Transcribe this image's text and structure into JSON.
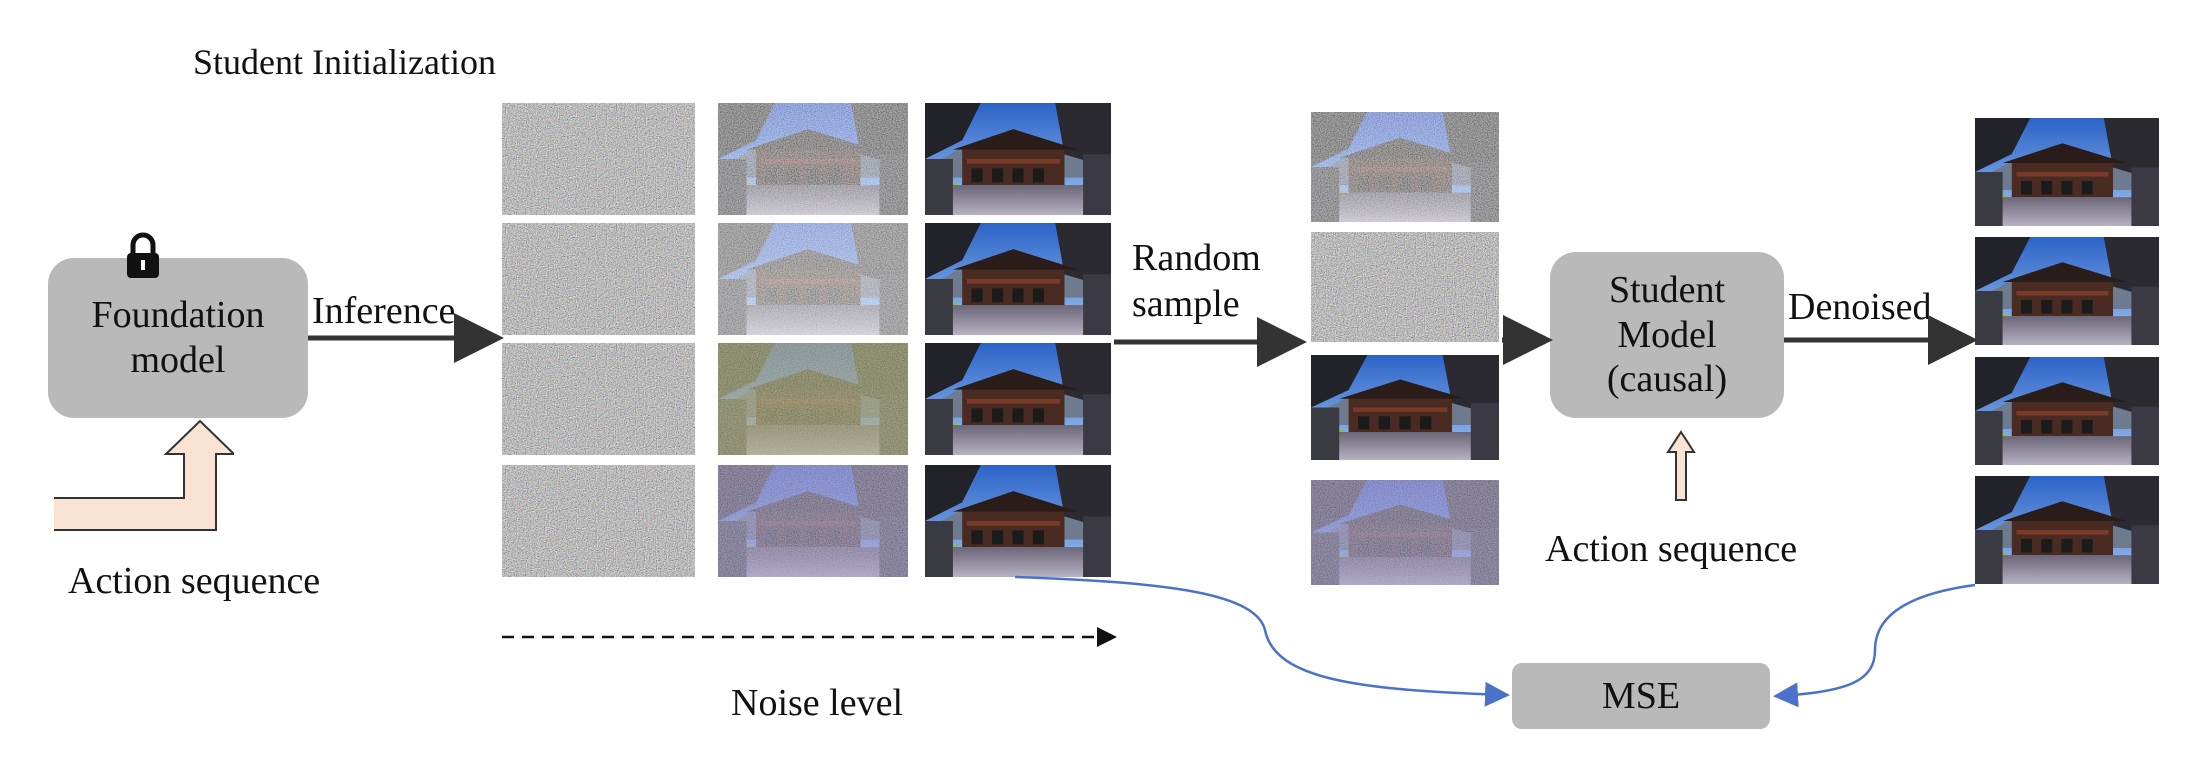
{
  "title": "Student Initialization",
  "foundation": {
    "line1": "Foundation",
    "line2": "model"
  },
  "inference_label": "Inference",
  "random_sample": {
    "line1": "Random",
    "line2": "sample"
  },
  "student": {
    "line1": "Student",
    "line2": "Model",
    "line3": "(causal)"
  },
  "denoised_label": "Denoised",
  "action_left": "Action sequence",
  "action_right": "Action sequence",
  "noise_level": "Noise level",
  "mse": "MSE",
  "icons": [
    "lock-icon",
    "action-arrow-icon"
  ],
  "colors": {
    "box": "#b9b9b9",
    "arrow": "#333333",
    "blue_curve": "#4a72c8",
    "peach": "#fbe3d3"
  }
}
